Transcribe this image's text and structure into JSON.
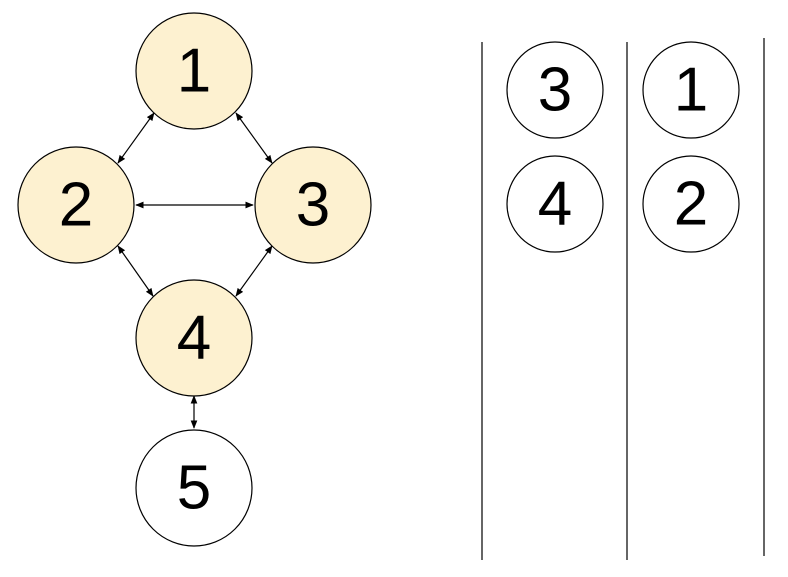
{
  "colors": {
    "visited_fill": "#fdf1d0",
    "unvisited_fill": "#ffffff",
    "stroke": "#000000"
  },
  "graph": {
    "nodes": [
      {
        "id": "1",
        "label": "1",
        "visited": true
      },
      {
        "id": "2",
        "label": "2",
        "visited": true
      },
      {
        "id": "3",
        "label": "3",
        "visited": true
      },
      {
        "id": "4",
        "label": "4",
        "visited": true
      },
      {
        "id": "5",
        "label": "5",
        "visited": false
      }
    ],
    "edges": [
      {
        "from": "1",
        "to": "2",
        "bidirectional": true
      },
      {
        "from": "1",
        "to": "3",
        "bidirectional": true
      },
      {
        "from": "2",
        "to": "3",
        "bidirectional": true
      },
      {
        "from": "2",
        "to": "4",
        "bidirectional": true
      },
      {
        "from": "3",
        "to": "4",
        "bidirectional": true
      },
      {
        "from": "4",
        "to": "5",
        "bidirectional": true
      }
    ]
  },
  "columns": [
    {
      "items": [
        {
          "label": "3"
        },
        {
          "label": "4"
        }
      ]
    },
    {
      "items": [
        {
          "label": "1"
        },
        {
          "label": "2"
        }
      ]
    }
  ]
}
